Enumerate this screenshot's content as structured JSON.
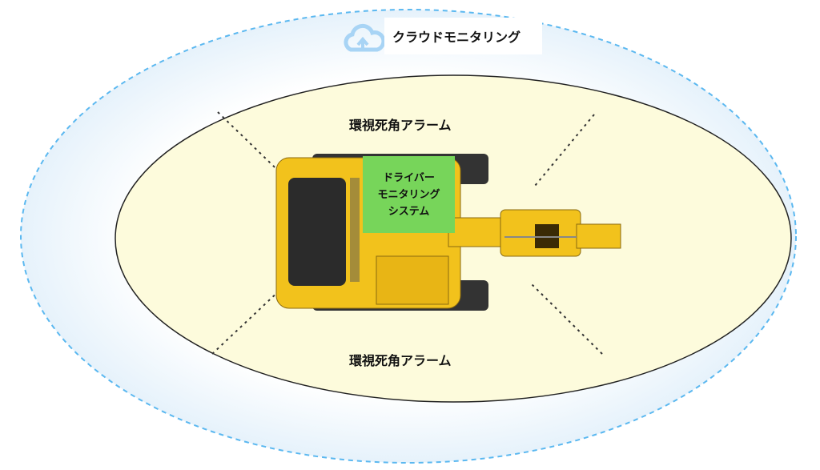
{
  "cloud": {
    "label": "クラウドモニタリング",
    "icon": "cloud-upload-icon",
    "color": "#a8d4f5"
  },
  "zones": {
    "top_label": "環視死角アラーム",
    "bottom_label": "環視死角アラーム"
  },
  "driver_monitoring": {
    "lines": [
      "ドライバー",
      "モニタリング",
      "システム"
    ],
    "color": "#77d55a"
  },
  "colors": {
    "inner_fill": "#fdfbdc",
    "outer_dash": "#5bb8f0",
    "machine": "#f2c21c"
  }
}
